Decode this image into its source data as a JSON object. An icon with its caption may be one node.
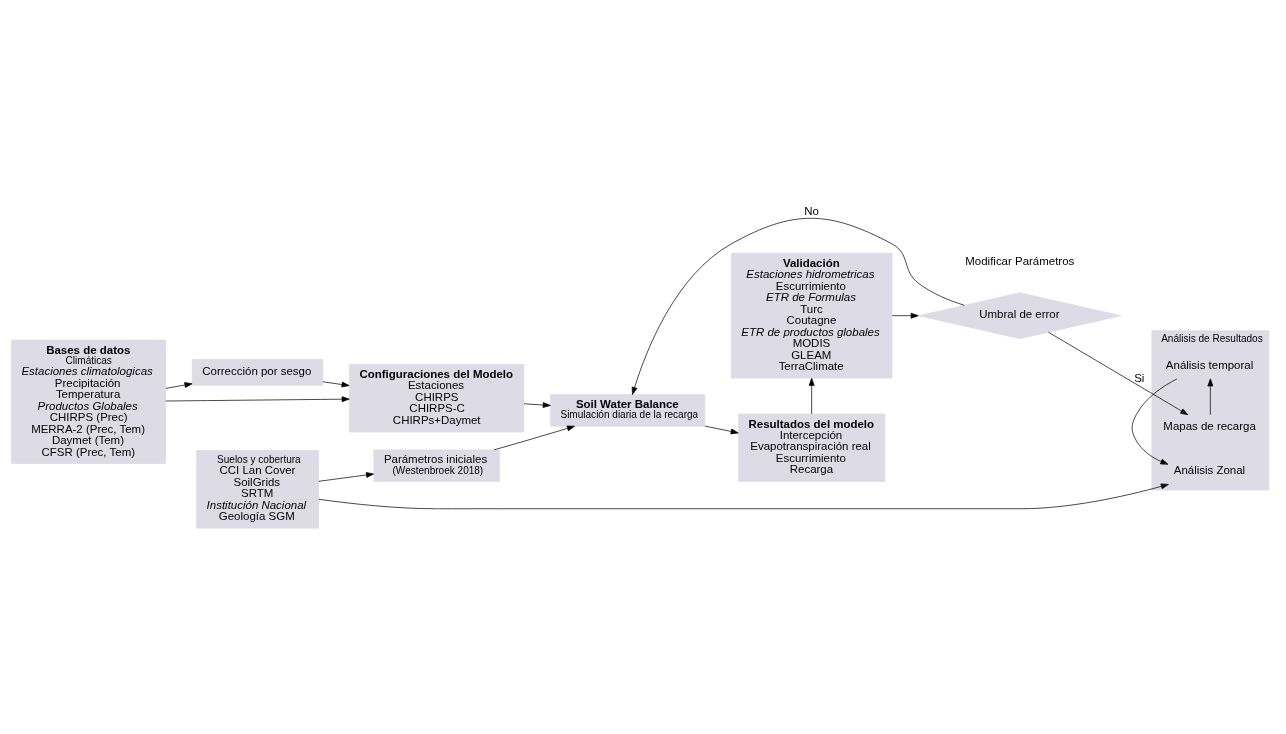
{
  "diagram": {
    "nodes": [
      {
        "text": [
          "Bases de datos",
          "Climáticas",
          "Estaciones climatologicas",
          "Precipitación",
          "Temperatura",
          "Productos Globales",
          "CHIRPS (Prec)",
          "MERRA-2 (Prec, Tem)",
          "Daymet (Tem)",
          "CFSR (Prec, Tem)"
        ]
      },
      {
        "text": [
          "Suelos y cobertura",
          "CCI Lan Cover",
          "SoilGrids",
          "SRTM",
          "Institución Nacional",
          "Geología SGM"
        ]
      },
      {
        "text": [
          "Corrección por sesgo"
        ]
      },
      {
        "text": [
          "Configuraciones del Modelo",
          "Estaciones",
          "CHIRPS",
          "CHIRPS-C",
          "CHIRPs+Daymet"
        ]
      },
      {
        "text": [
          "Parámetros iniciales",
          "(Westenbroek 2018)"
        ]
      },
      {
        "text": [
          "Soil Water Balance",
          "Simulación diaria de la recarga"
        ]
      },
      {
        "text": [
          "Resultados del modelo",
          "Intercepción",
          "Evapotranspiración real",
          "Escurrimiento",
          "Recarga"
        ]
      },
      {
        "text": [
          "Validación",
          "Estaciones hidrometricas",
          "Escurrimiento",
          "ETR de Formulas",
          "Turc",
          "Coutagne",
          "ETR de productos globales",
          "MODIS",
          "GLEAM",
          "TerraClimate"
        ]
      },
      {
        "text": [
          "Umbral de error"
        ]
      },
      {
        "text": [
          "Análisis de Resultados"
        ]
      },
      {
        "text": [
          "Análisis Zonal"
        ],
        "in": 9
      },
      {
        "text": [
          "Análisis temporal"
        ],
        "in": 9
      },
      {
        "text": [
          "Mapas de recarga"
        ],
        "in": 9
      }
    ],
    "edges": [
      {
        "from": 0,
        "to": 3,
        "arrow": "to"
      },
      {
        "from": 0,
        "to": 2,
        "arrow": "to"
      },
      {
        "from": 2,
        "to": 3,
        "arrow": "to"
      },
      {
        "from": 1,
        "to": 4,
        "arrow": "to"
      },
      {
        "from": 4,
        "to": 5,
        "arrow": "to"
      },
      {
        "from": 3,
        "to": 5,
        "arrow": "to"
      },
      {
        "from": 5,
        "to": 6,
        "arrow": "to"
      },
      {
        "from": 6,
        "to": 7,
        "arrow": "to"
      },
      {
        "from": 7,
        "to": 8,
        "arrow": "to"
      },
      {
        "from": 8,
        "to": 5,
        "arrow": "to",
        "label": "No"
      },
      {
        "from": 8,
        "to": 12,
        "arrow": "to",
        "label": "Si"
      },
      {
        "from": 12,
        "to": 11,
        "arrow": "to"
      },
      {
        "from": 11,
        "to": 10,
        "arrow": "to"
      },
      {
        "from": 1,
        "to": 10,
        "arrow": "to"
      }
    ],
    "labels": [
      "Modificar Parámetros"
    ]
  }
}
